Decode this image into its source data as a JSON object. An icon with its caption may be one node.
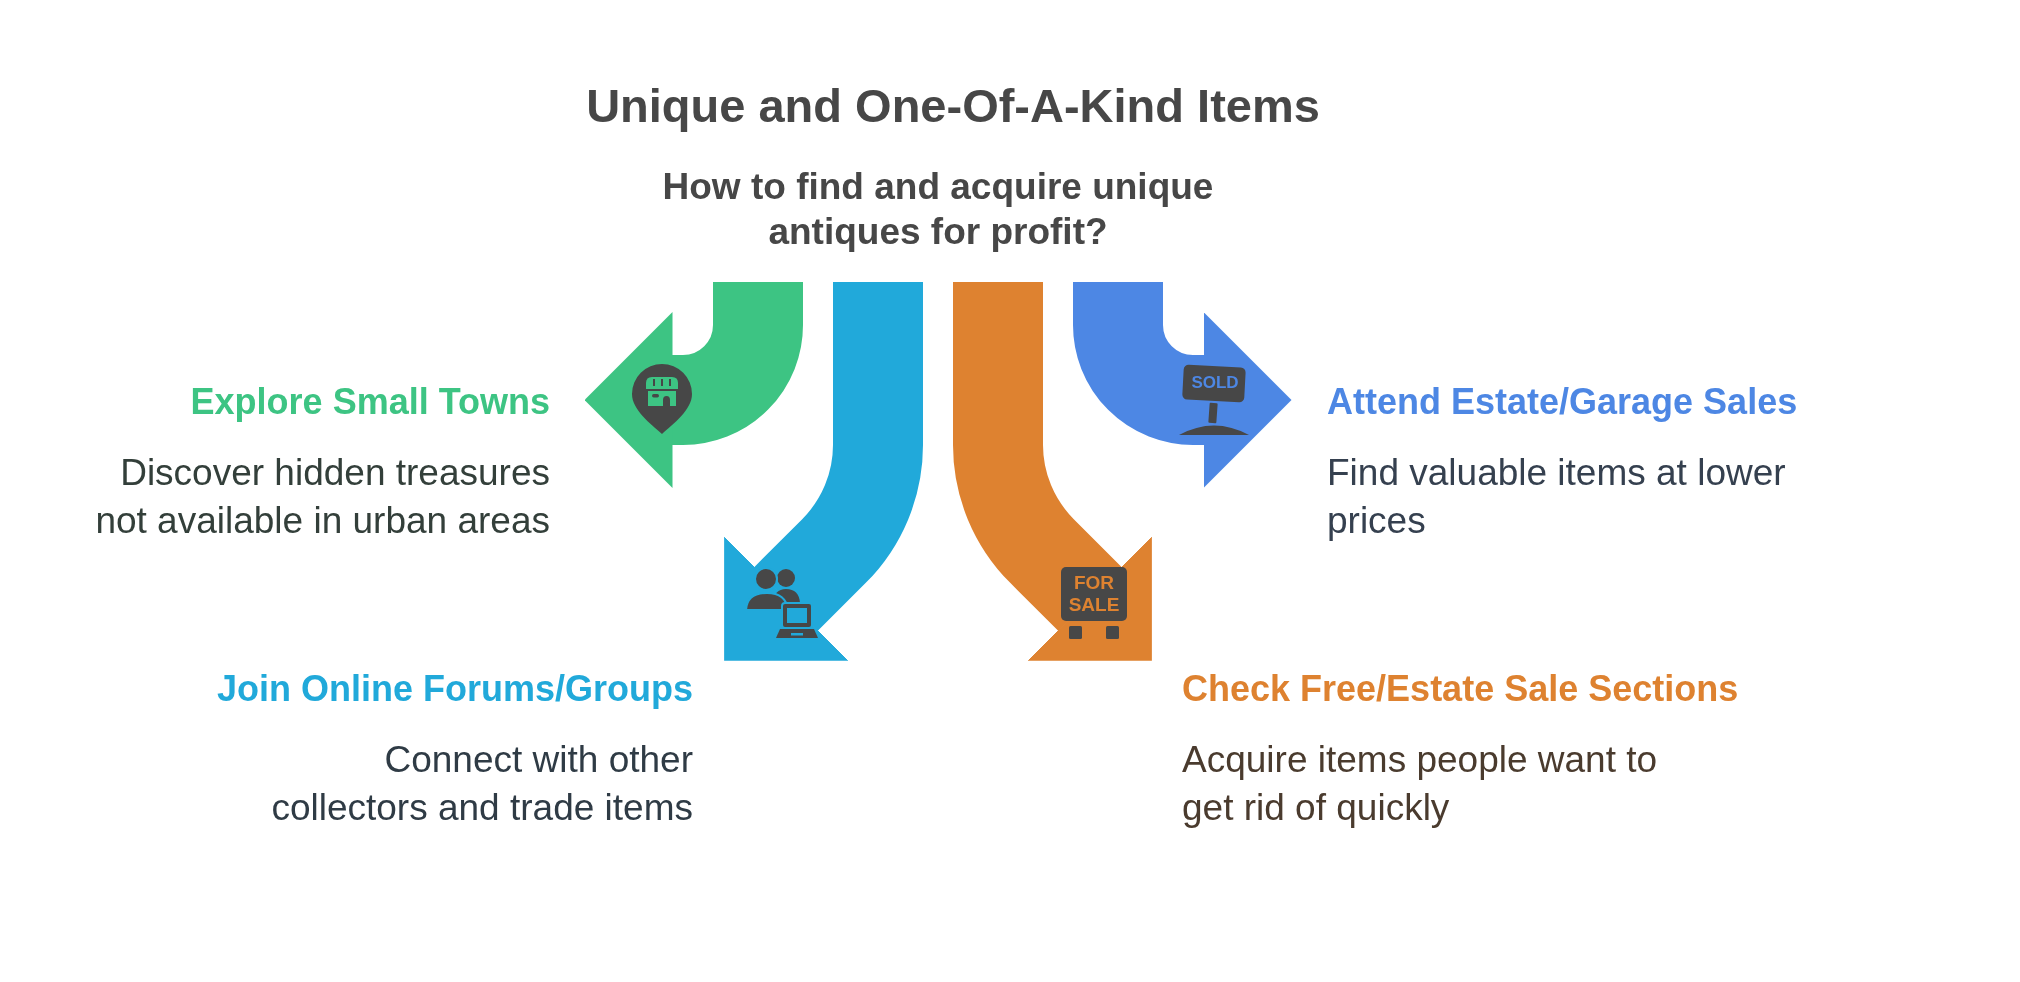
{
  "diagram": {
    "title": "Unique and One-Of-A-Kind Items",
    "nodes": [
      {
        "text": [
          "How to find and acquire unique antiques for profit?"
        ]
      },
      {
        "text": [
          "Explore Small Towns",
          "Discover hidden treasures not available in urban areas"
        ]
      },
      {
        "text": [
          "Attend Estate/Garage Sales",
          "Find valuable items at lower prices"
        ]
      },
      {
        "text": [
          "Join Online Forums/Groups",
          "Connect with other collectors and trade items"
        ]
      },
      {
        "text": [
          "Check Free/Estate Sale Sections",
          "Acquire items people want to get rid of quickly"
        ]
      }
    ],
    "edges": [
      {
        "from": 0,
        "to": 1,
        "arrow": "to",
        "color": "#3dc483"
      },
      {
        "from": 0,
        "to": 3,
        "arrow": "to",
        "color": "#21a9da"
      },
      {
        "from": 0,
        "to": 4,
        "arrow": "to",
        "color": "#de8230"
      },
      {
        "from": 0,
        "to": 2,
        "arrow": "to",
        "color": "#4d87e4"
      }
    ],
    "labels": [
      "SOLD",
      "FOR SALE"
    ]
  }
}
